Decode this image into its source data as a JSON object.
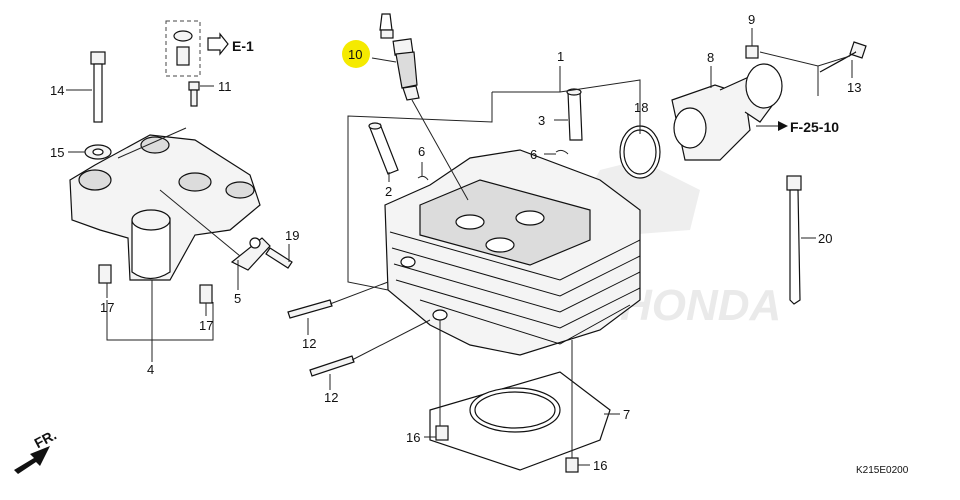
{
  "callouts": {
    "p1": "1",
    "p2": "2",
    "p3": "3",
    "p4": "4",
    "p5": "5",
    "p6a": "6",
    "p6b": "6",
    "p7": "7",
    "p8": "8",
    "p9": "9",
    "p10": "10",
    "p11": "11",
    "p12a": "12",
    "p12b": "12",
    "p13": "13",
    "p14": "14",
    "p15": "15",
    "p16a": "16",
    "p16b": "16",
    "p17a": "17",
    "p17b": "17",
    "p18": "18",
    "p19": "19",
    "p20": "20"
  },
  "references": {
    "e1": "E-1",
    "f2510": "F-25-10",
    "front": "FR."
  },
  "diagram_code": "K215E0200",
  "colors": {
    "highlight": "#f5ea00",
    "line": "#222222",
    "watermark": "#e6e6e6"
  },
  "watermark_text": "HONDA"
}
